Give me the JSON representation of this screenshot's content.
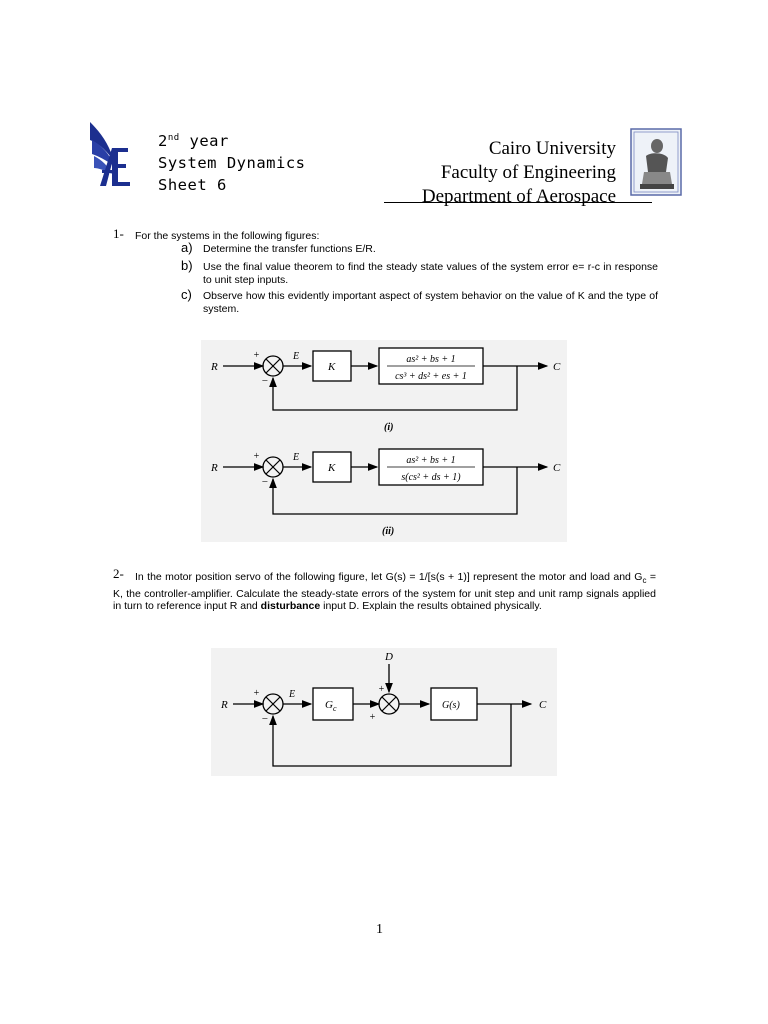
{
  "header": {
    "course_lines": [
      "2nd year",
      "System Dynamics",
      "Sheet 6"
    ],
    "year_num": "2",
    "year_sup": "nd",
    "year_word": " year",
    "subject": "System Dynamics",
    "sheet": "Sheet 6",
    "university": "Cairo University",
    "faculty": "Faculty of Engineering",
    "department": "Department of Aerospace",
    "logo_text": "AE"
  },
  "q1": {
    "number": "1-",
    "intro": "For the systems in the following figures:",
    "parts": [
      {
        "letter": "a)",
        "text": "Determine the transfer functions E/R."
      },
      {
        "letter": "b)",
        "text": "Use the final value theorem to find the steady state values of the system error e= r-c in response to unit step inputs."
      },
      {
        "letter": "c)",
        "text": "Observe how this evidently important aspect of system behavior on the value of K and the type of system."
      }
    ]
  },
  "fig1": {
    "diagrams": [
      {
        "input": "R",
        "error": "E",
        "gain": "K",
        "num": "as² + bs + 1",
        "den": "cs³ + ds² + es + 1",
        "output": "C",
        "plus": "+",
        "minus": "−",
        "caption": "(i)"
      },
      {
        "input": "R",
        "error": "E",
        "gain": "K",
        "num": "as² + bs + 1",
        "den": "s(cs² + ds + 1)",
        "output": "C",
        "plus": "+",
        "minus": "−",
        "caption": "(ii)"
      }
    ]
  },
  "q2": {
    "number": "2-",
    "text_before": "In the motor position servo of the following figure, let G(s) = 1/[s(s + 1)] represent the motor and load and G",
    "gc_sub": "c",
    "text_middle": " = K, the controller-amplifier. Calculate the steady-state errors of the system for unit step and unit ramp signals applied in turn to reference input R and ",
    "bold_word": "disturbance",
    "text_after": " input D. Explain the results obtained physically."
  },
  "fig2": {
    "input": "R",
    "error": "E",
    "controller": "G",
    "controller_sub": "c",
    "plant": "G(s)",
    "disturbance": "D",
    "output": "C",
    "plus": "+",
    "minus": "−"
  },
  "footer": {
    "page_number": "1"
  }
}
